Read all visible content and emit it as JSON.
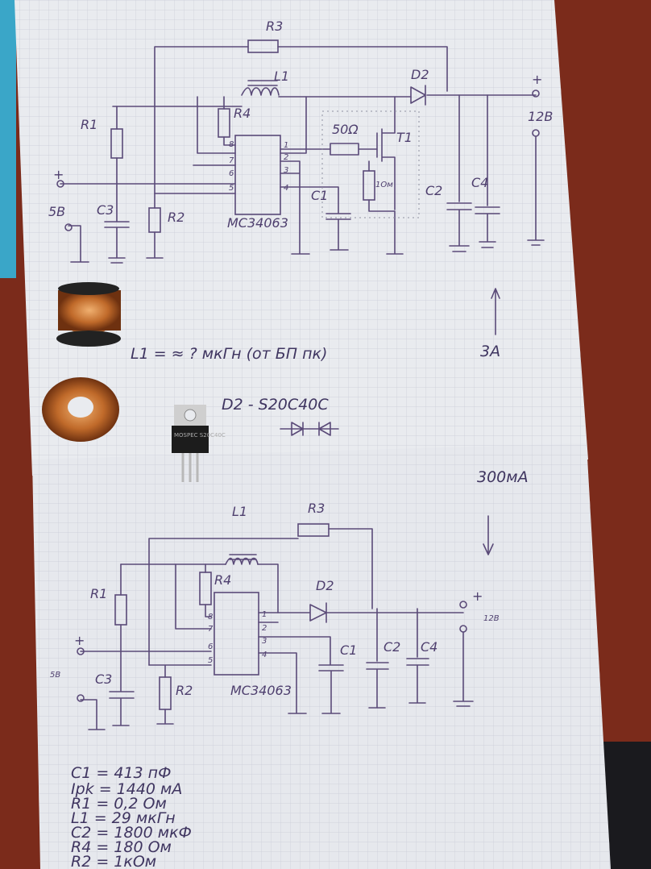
{
  "top_schematic": {
    "labels": {
      "r3": "R3",
      "l1": "L1",
      "d2": "D2",
      "plus": "+",
      "v12": "12В",
      "r1": "R1",
      "r4": "R4",
      "r_gate": "50Ω",
      "t1": "T1",
      "r_sense": "1Ом",
      "c2": "C2",
      "c4": "C4",
      "c1": "C1",
      "v5": "5В",
      "c3": "C3",
      "r2": "R2",
      "ic": "MC34063",
      "in_plus": "+"
    },
    "pins": [
      "1",
      "2",
      "3",
      "4",
      "5",
      "6",
      "7",
      "8"
    ],
    "current": "3А"
  },
  "middle_notes": {
    "l1_note": "L1 = ≈ ? мкГн (от БП пк)",
    "d2_note": "D2 - S20C40C",
    "chip_marking": "MOSPEC S20C40C"
  },
  "bottom_schematic": {
    "labels": {
      "l1": "L1",
      "r3": "R3",
      "r4": "R4",
      "r1": "R1",
      "d2": "D2",
      "plus": "+",
      "v12": "12В",
      "v5": "5В",
      "c3": "C3",
      "r2": "R2",
      "ic": "MC34063",
      "c1": "C1",
      "c2": "C2",
      "c4": "C4",
      "in_plus": "+"
    },
    "pins": [
      "1",
      "2",
      "3",
      "4",
      "5",
      "6",
      "7",
      "8"
    ],
    "current": "300мА"
  },
  "calculations": [
    "C1 = 413 пФ",
    "Ipk = 1440 мА",
    "R1 = 0,2 Ом",
    "L1 = 29 мкГн",
    "C2 = 1800 мкФ",
    "R4 = 180 Ом",
    "R2 = 1кОм"
  ]
}
